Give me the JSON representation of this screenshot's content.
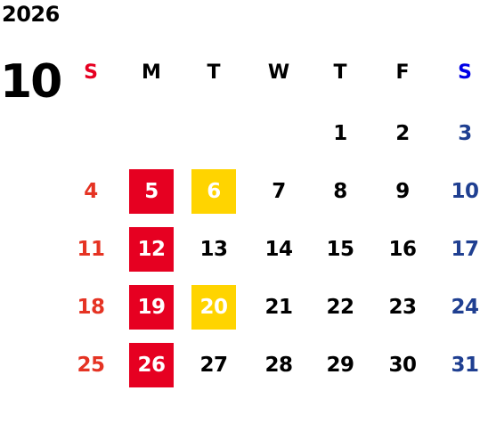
{
  "calendar": {
    "year": "2026",
    "month": "10",
    "weekdays": [
      "S",
      "M",
      "T",
      "W",
      "T",
      "F",
      "S"
    ],
    "weekday_colors": [
      "#E60021",
      "#000000",
      "#000000",
      "#000000",
      "#000000",
      "#000000",
      "#0000E6"
    ],
    "days": [
      {
        "label": "1",
        "col": 4,
        "row": 0,
        "highlight": "none"
      },
      {
        "label": "2",
        "col": 5,
        "row": 0,
        "highlight": "none"
      },
      {
        "label": "3",
        "col": 6,
        "row": 0,
        "highlight": "none"
      },
      {
        "label": "4",
        "col": 0,
        "row": 1,
        "highlight": "none"
      },
      {
        "label": "5",
        "col": 1,
        "row": 1,
        "highlight": "red"
      },
      {
        "label": "6",
        "col": 2,
        "row": 1,
        "highlight": "yellow"
      },
      {
        "label": "7",
        "col": 3,
        "row": 1,
        "highlight": "none"
      },
      {
        "label": "8",
        "col": 4,
        "row": 1,
        "highlight": "none"
      },
      {
        "label": "9",
        "col": 5,
        "row": 1,
        "highlight": "none"
      },
      {
        "label": "10",
        "col": 6,
        "row": 1,
        "highlight": "none"
      },
      {
        "label": "11",
        "col": 0,
        "row": 2,
        "highlight": "none"
      },
      {
        "label": "12",
        "col": 1,
        "row": 2,
        "highlight": "red"
      },
      {
        "label": "13",
        "col": 2,
        "row": 2,
        "highlight": "none"
      },
      {
        "label": "14",
        "col": 3,
        "row": 2,
        "highlight": "none"
      },
      {
        "label": "15",
        "col": 4,
        "row": 2,
        "highlight": "none"
      },
      {
        "label": "16",
        "col": 5,
        "row": 2,
        "highlight": "none"
      },
      {
        "label": "17",
        "col": 6,
        "row": 2,
        "highlight": "none"
      },
      {
        "label": "18",
        "col": 0,
        "row": 3,
        "highlight": "none"
      },
      {
        "label": "19",
        "col": 1,
        "row": 3,
        "highlight": "red"
      },
      {
        "label": "20",
        "col": 2,
        "row": 3,
        "highlight": "yellow"
      },
      {
        "label": "21",
        "col": 3,
        "row": 3,
        "highlight": "none"
      },
      {
        "label": "22",
        "col": 4,
        "row": 3,
        "highlight": "none"
      },
      {
        "label": "23",
        "col": 5,
        "row": 3,
        "highlight": "none"
      },
      {
        "label": "24",
        "col": 6,
        "row": 3,
        "highlight": "none"
      },
      {
        "label": "25",
        "col": 0,
        "row": 4,
        "highlight": "none"
      },
      {
        "label": "26",
        "col": 1,
        "row": 4,
        "highlight": "red"
      },
      {
        "label": "27",
        "col": 2,
        "row": 4,
        "highlight": "none"
      },
      {
        "label": "28",
        "col": 3,
        "row": 4,
        "highlight": "none"
      },
      {
        "label": "29",
        "col": 4,
        "row": 4,
        "highlight": "none"
      },
      {
        "label": "30",
        "col": 5,
        "row": 4,
        "highlight": "none"
      },
      {
        "label": "31",
        "col": 6,
        "row": 4,
        "highlight": "none"
      }
    ],
    "colors": {
      "sunday_text": "#E53323",
      "saturday_text": "#1F3F91",
      "weekday_text": "#000000",
      "red_highlight": "#E60021",
      "yellow_highlight": "#FFD400",
      "highlight_text": "#FFFFFF"
    }
  }
}
